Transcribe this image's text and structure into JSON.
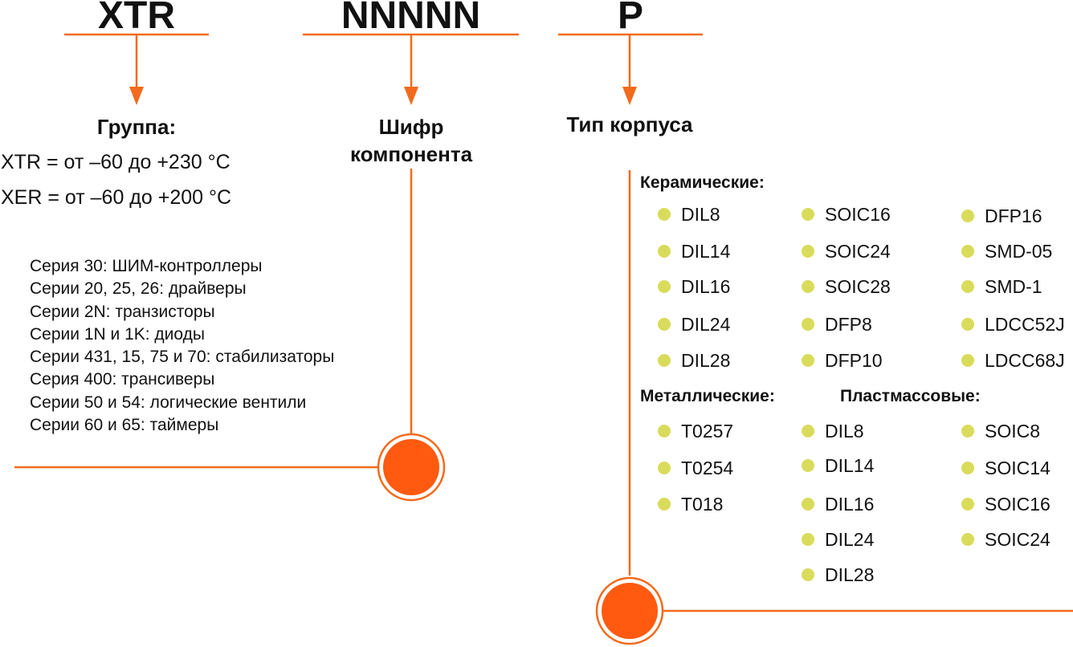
{
  "colors": {
    "accent": "#f26a1b",
    "bullet": "#d9dc5a",
    "text": "#111111"
  },
  "codes": {
    "group": "XTR",
    "component": "NNNNN",
    "package": "P"
  },
  "group": {
    "title": "Группа:",
    "ranges": [
      "XTR = от –60 до +230 °C",
      "XER = от –60 до +200 °C"
    ],
    "series": [
      "Серия 30: ШИМ-контроллеры",
      "Серии 20, 25, 26: драйверы",
      "Серии 2N: транзисторы",
      "Серии 1N и 1K: диоды",
      "Серии 431, 15, 75 и 70: стабилизаторы",
      "Серия 400: трансиверы",
      "Серии 50 и 54: логические вентили",
      "Серии 60 и 65: таймеры"
    ]
  },
  "component": {
    "title_line1": "Шифр",
    "title_line2": "компонента"
  },
  "package": {
    "title": "Тип корпуса",
    "ceramic": {
      "label": "Керамические:",
      "col1": [
        "DIL8",
        "DIL14",
        "DIL16",
        "DIL24",
        "DIL28"
      ],
      "col2": [
        "SOIC16",
        "SOIC24",
        "SOIC28",
        "DFP8",
        "DFP10"
      ],
      "col3": [
        "DFP16",
        "SMD-05",
        "SMD-1",
        "LDCC52J",
        "LDCC68J"
      ]
    },
    "metal": {
      "label": "Металлические:",
      "items": [
        "T0257",
        "T0254",
        "T018"
      ]
    },
    "plastic": {
      "label": "Пластмассовые:",
      "col1": [
        "DIL8",
        "DIL14",
        "DIL16",
        "DIL24",
        "DIL28"
      ],
      "col2": [
        "SOIC8",
        "SOIC14",
        "SOIC16",
        "SOIC24"
      ]
    }
  }
}
